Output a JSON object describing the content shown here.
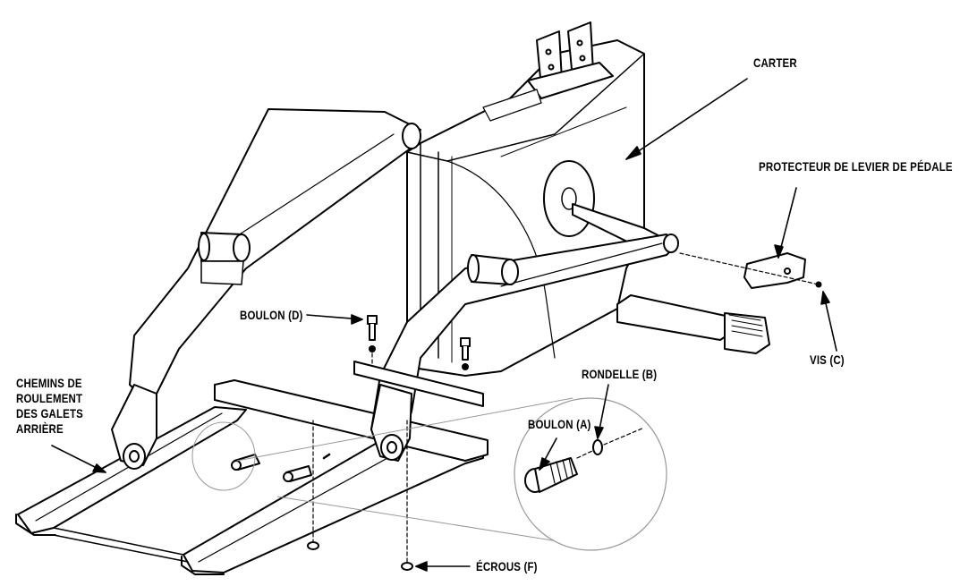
{
  "diagram": {
    "labels": {
      "carter": "CARTER",
      "protecteur": "PROTECTEUR DE LEVIER DE PÉDALE",
      "vis_c": "VIS (C)",
      "boulon_d": "BOULON (D)",
      "rondelle_b": "RONDELLE (B)",
      "boulon_a": "BOULON (A)",
      "chemins": [
        "CHEMINS DE",
        "ROULEMENT",
        "DES GALETS",
        "ARRIÈRE"
      ],
      "ecrous_f": "ÉCROUS (F)"
    },
    "line_color": "#000000",
    "background": "#ffffff"
  }
}
